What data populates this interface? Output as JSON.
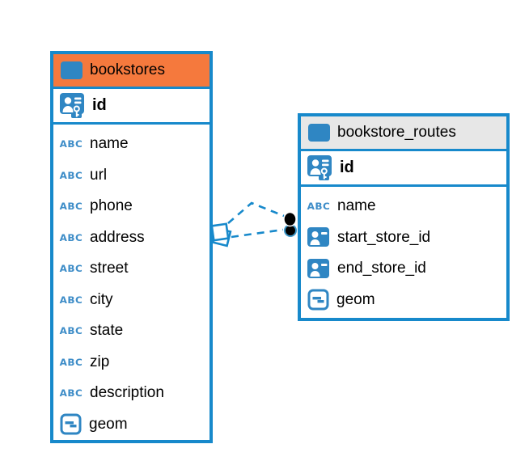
{
  "colors": {
    "accent_blue": "#1789CB",
    "icon_blue": "#2F86C3",
    "abc_icon_blue": "#3E8DC8",
    "bookstores_header_orange": "#F5793D",
    "routes_header_gray": "#E7E7E7",
    "text_black": "#000000",
    "connector_dot_black": "#000000",
    "canvas_background": "#FFFFFF"
  },
  "icons": {
    "text_type_label": "ABC"
  },
  "tables": {
    "bookstores": {
      "title": "bookstores",
      "primary_key": "id",
      "columns": [
        {
          "name": "name",
          "type": "text"
        },
        {
          "name": "url",
          "type": "text"
        },
        {
          "name": "phone",
          "type": "text"
        },
        {
          "name": "address",
          "type": "text"
        },
        {
          "name": "street",
          "type": "text"
        },
        {
          "name": "city",
          "type": "text"
        },
        {
          "name": "state",
          "type": "text"
        },
        {
          "name": "zip",
          "type": "text"
        },
        {
          "name": "description",
          "type": "text"
        },
        {
          "name": "geom",
          "type": "geometry"
        }
      ]
    },
    "bookstore_routes": {
      "title": "bookstore_routes",
      "primary_key": "id",
      "columns": [
        {
          "name": "name",
          "type": "text"
        },
        {
          "name": "start_store_id",
          "type": "foreign-key"
        },
        {
          "name": "end_store_id",
          "type": "foreign-key"
        },
        {
          "name": "geom",
          "type": "geometry"
        }
      ]
    }
  }
}
